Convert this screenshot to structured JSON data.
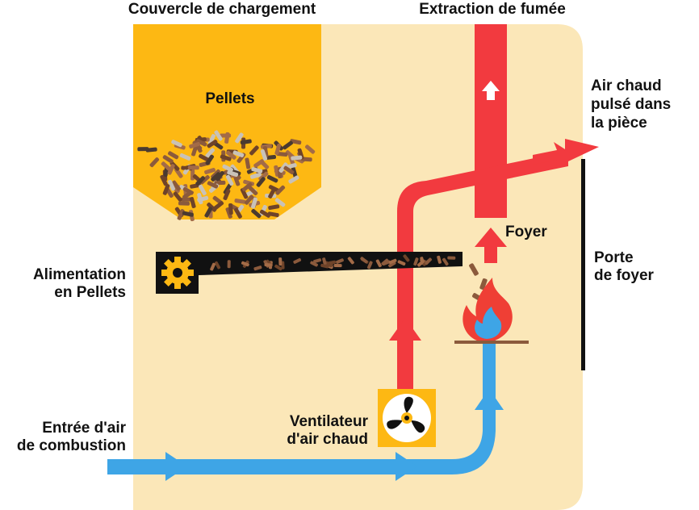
{
  "labels": {
    "hopper_lid": "Couvercle de chargement",
    "smoke_exhaust": "Extraction de fumée",
    "pellets": "Pellets",
    "hot_air_line1": "Air chaud",
    "hot_air_line2": "pulsé dans",
    "hot_air_line3": "la pièce",
    "firebox": "Foyer",
    "door_line1": "Porte",
    "door_line2": "de foyer",
    "feed_line1": "Alimentation",
    "feed_line2": "en Pellets",
    "fan_line1": "Ventilateur",
    "fan_line2": "d'air chaud",
    "intake_line1": "Entrée d'air",
    "intake_line2": "de combustion"
  },
  "colors": {
    "stove_body": "#fbe7b8",
    "hopper": "#fdb813",
    "hot_air": "#f23a3f",
    "cold_air": "#3ea5e6",
    "flame_outer": "#ef3f35",
    "flame_inner": "#3ea5e6",
    "fan_box": "#fdb813",
    "auger": "#111111",
    "pellet": "#8b5a3c",
    "door": "#111111"
  }
}
